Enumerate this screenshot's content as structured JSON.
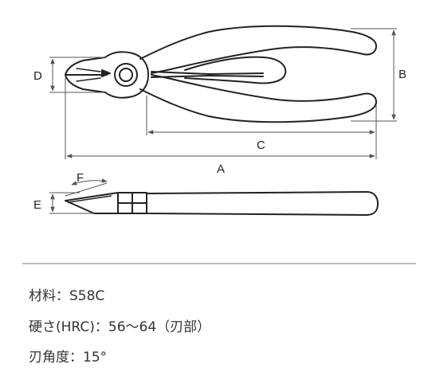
{
  "dimension_labels": {
    "a": "A",
    "b": "B",
    "c": "C",
    "d": "D",
    "e": "E",
    "f": "F"
  },
  "specs": [
    {
      "text": "材料：S58C"
    },
    {
      "text": "硬さ(HRC)：56～64（刃部）"
    },
    {
      "text": "刃角度：15°"
    }
  ],
  "colors": {
    "ink": "#222222",
    "dim_line": "#555555",
    "divider": "#777777",
    "text": "#333333"
  }
}
